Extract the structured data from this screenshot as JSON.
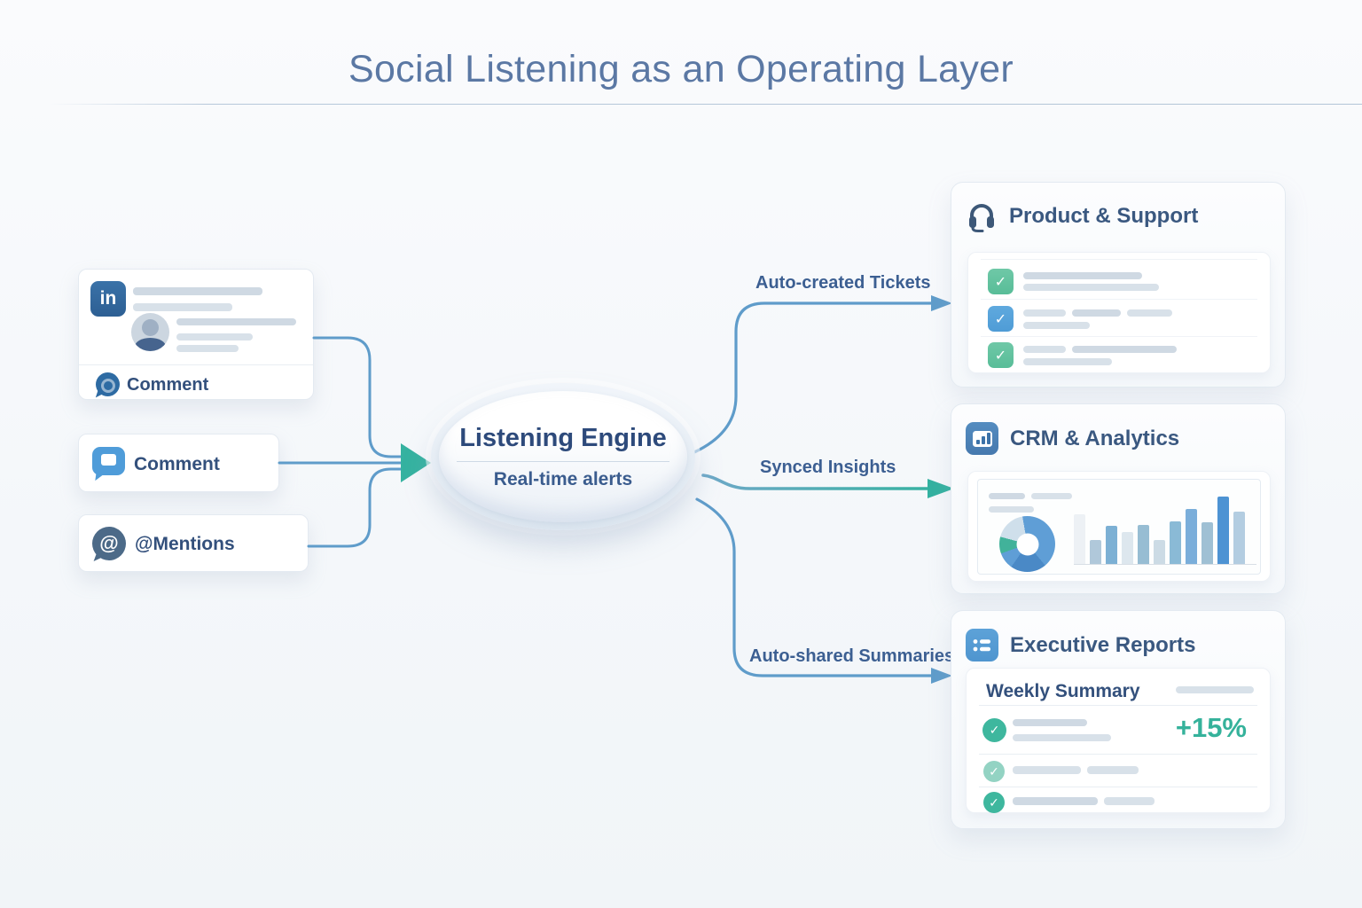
{
  "title": "Social Listening as an Operating Layer",
  "sources": [
    {
      "label": "Comment",
      "icon": "linkedin-icon",
      "icon_text": "in"
    },
    {
      "label": "Comment",
      "icon": "comment-bubble-icon"
    },
    {
      "label": "@Mentions",
      "icon": "at-mention-icon",
      "icon_text": "@"
    }
  ],
  "engine": {
    "title": "Listening Engine",
    "subtitle": "Real-time alerts"
  },
  "flows": [
    {
      "label": "Auto-created Tickets"
    },
    {
      "label": "Synced Insights"
    },
    {
      "label": "Auto-shared Summaries"
    }
  ],
  "destinations": {
    "product_support": {
      "title": "Product & Support",
      "icon": "headset-icon"
    },
    "crm_analytics": {
      "title": "CRM & Analytics",
      "icon": "bar-chart-icon",
      "chart": {
        "type": "bar+donut",
        "bars": [
          {
            "h": 56,
            "color": "#edf1f5"
          },
          {
            "h": 27,
            "color": "#b0c8da"
          },
          {
            "h": 43,
            "color": "#7cb0d4"
          },
          {
            "h": 36,
            "color": "#dde7ee"
          },
          {
            "h": 44,
            "color": "#97bdd3"
          },
          {
            "h": 27,
            "color": "#ccdbe5"
          },
          {
            "h": 48,
            "color": "#8abad6"
          },
          {
            "h": 62,
            "color": "#7aaeda"
          },
          {
            "h": 47,
            "color": "#9fc0d4"
          },
          {
            "h": 76,
            "color": "#4d93d3"
          },
          {
            "h": 59,
            "color": "#b3cde1"
          }
        ],
        "donut_segments": [
          {
            "from": 0,
            "to": 140,
            "color": "#5f9ed6"
          },
          {
            "from": 140,
            "to": 215,
            "color": "#4a89c6"
          },
          {
            "from": 215,
            "to": 250,
            "color": "#5f9ed6"
          },
          {
            "from": 250,
            "to": 285,
            "color": "#41b29a"
          },
          {
            "from": 285,
            "to": 350,
            "color": "#cfdfeb"
          },
          {
            "from": 350,
            "to": 360,
            "color": "#5f9ed6"
          }
        ]
      }
    },
    "executive_reports": {
      "title": "Executive Reports",
      "icon": "report-list-icon",
      "panel_title": "Weekly Summary",
      "metric": "+15%"
    }
  },
  "colors": {
    "blue_line": "#5f9cca",
    "teal_accent": "#35b2a0",
    "title_text": "#5b78a4",
    "heading_text": "#3a5880"
  }
}
